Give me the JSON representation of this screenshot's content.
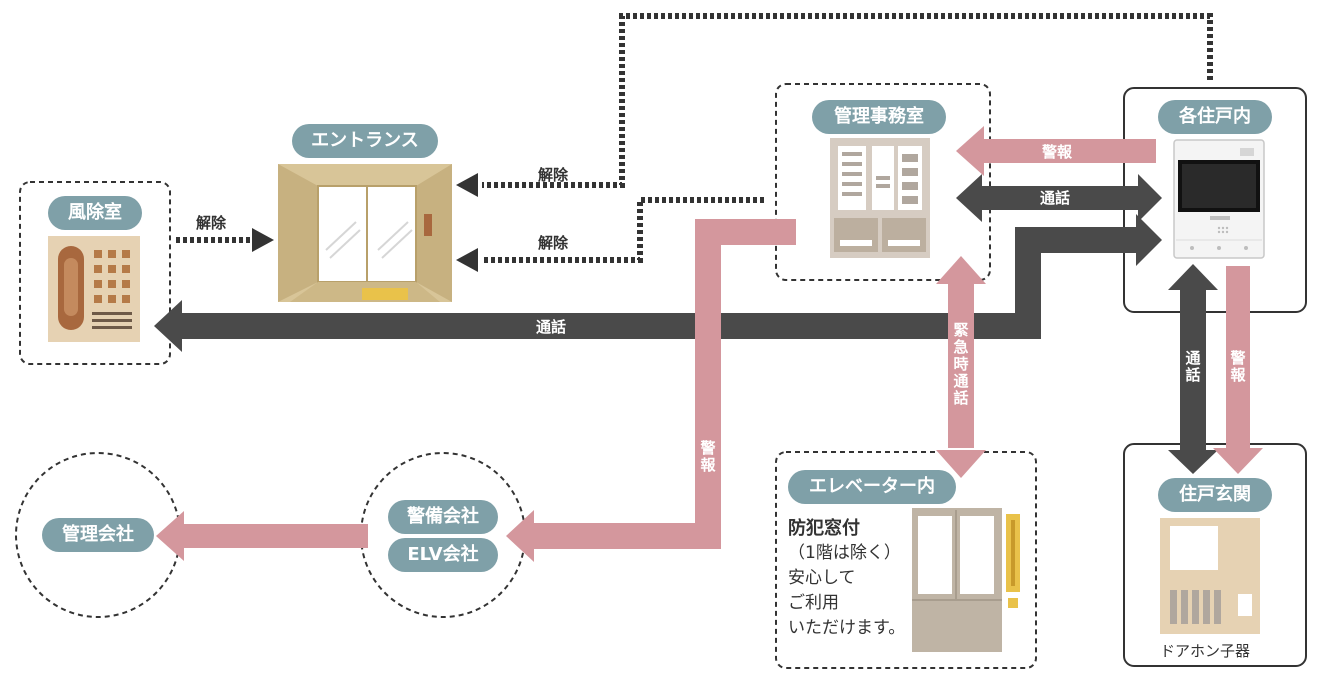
{
  "nodes": {
    "fuujoshitsu": "風除室",
    "entrance": "エントランス",
    "kanri_jimushitsu": "管理事務室",
    "kaku_juko": "各住戸内",
    "elevator": "エレベーター内",
    "juko_genkan": "住戸玄関",
    "keibi_kaisha": "警備会社",
    "elv_kaisha": "ELV会社",
    "kanri_kaisha": "管理会社"
  },
  "labels": {
    "kaijo": "解除",
    "tsuwa": "通話",
    "keiho": "警報",
    "kinkyuji_tsuwa": "緊急時通話"
  },
  "elevator_note": {
    "heading": "防犯窓付",
    "sub": "（1階は除く）",
    "body1": "安心して",
    "body2": "ご利用",
    "body3": "いただけます。"
  },
  "door_phone_caption": "ドアホン子器",
  "colors": {
    "pill": "#7fa0a8",
    "talk_arrow": "#4a4a4a",
    "alarm_arrow": "#d4979d",
    "dotted": "#333333"
  }
}
